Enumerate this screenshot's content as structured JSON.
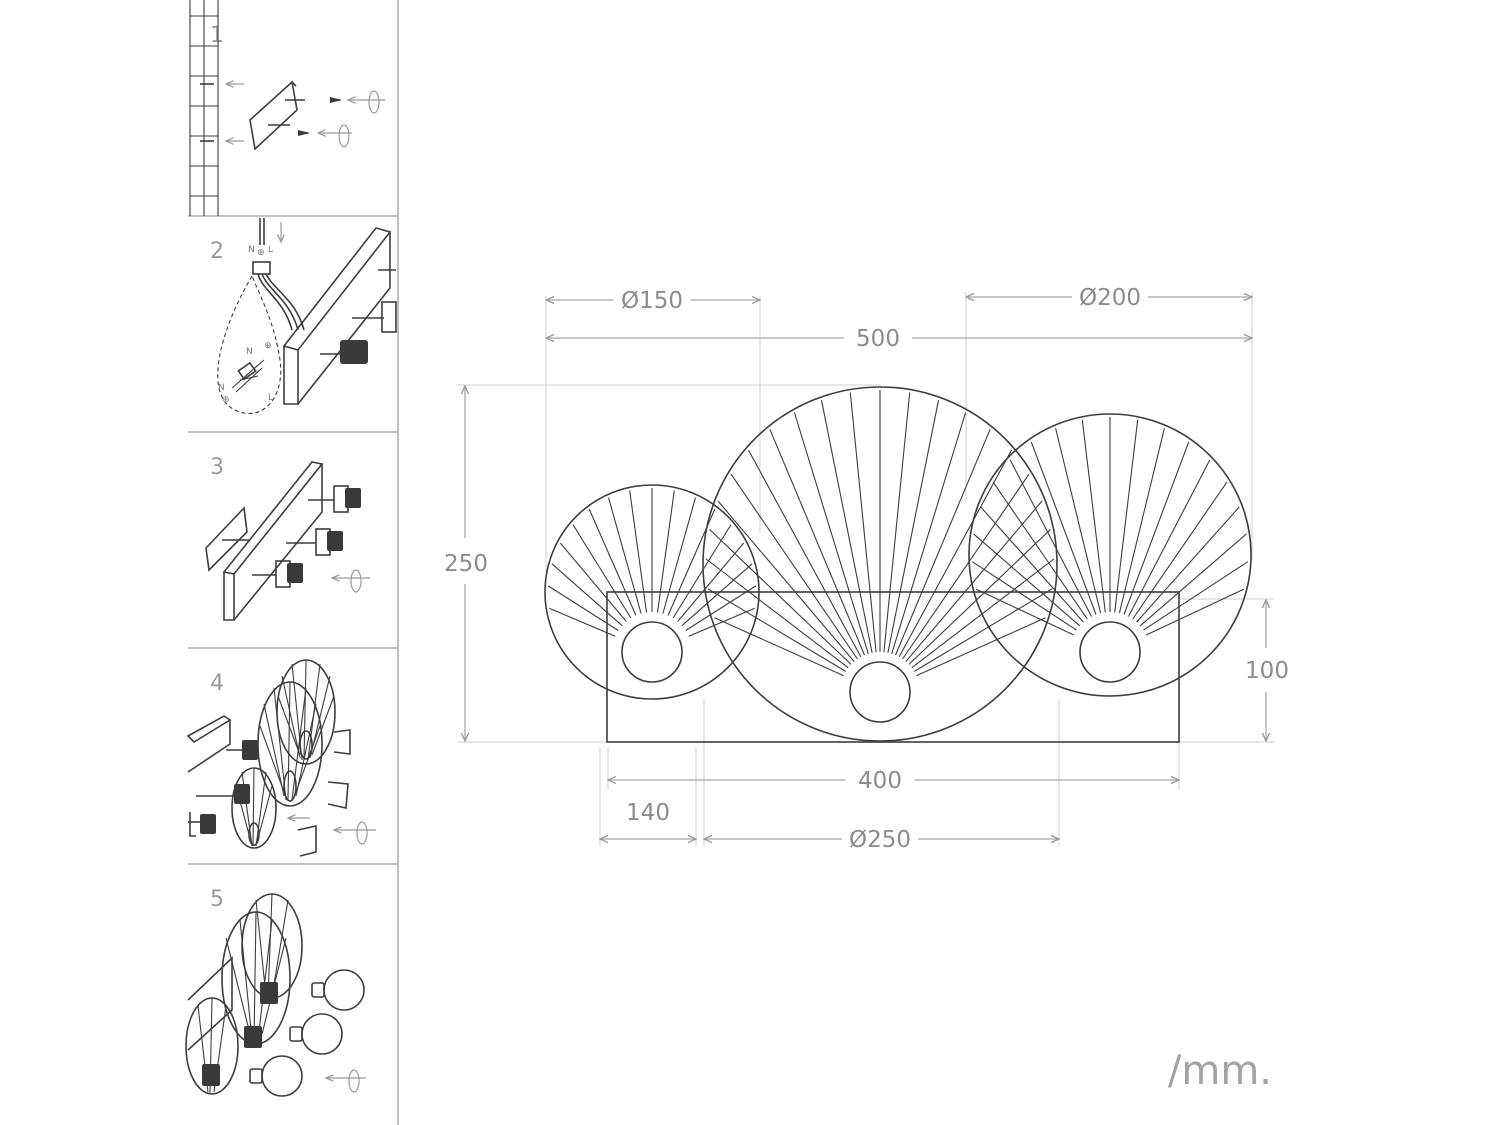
{
  "steps": [
    {
      "number": "1"
    },
    {
      "number": "2",
      "wiring_labels": [
        "N",
        "⊕",
        "L"
      ],
      "detail_labels": [
        "N",
        "⊕",
        "N",
        "L",
        "⊕"
      ]
    },
    {
      "number": "3"
    },
    {
      "number": "4"
    },
    {
      "number": "5"
    }
  ],
  "dimensions": {
    "d_small": "Ø150",
    "d_right": "Ø200",
    "overall_width": "500",
    "overall_height": "250",
    "base_height": "100",
    "base_width": "400",
    "offset": "140",
    "d_large": "Ø250"
  },
  "unit": "/mm."
}
